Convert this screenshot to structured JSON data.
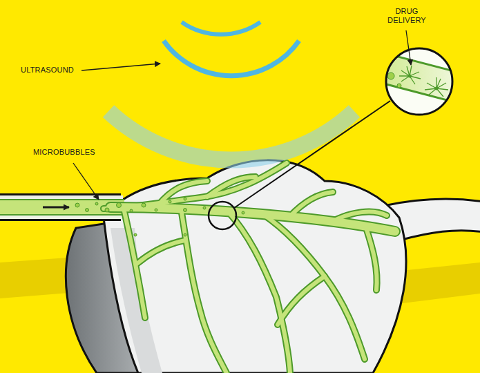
{
  "diagram": {
    "labels": [
      "DRUG DELIVERY",
      "ULTRASOUND",
      "MICROBUBBLES"
    ]
  }
}
